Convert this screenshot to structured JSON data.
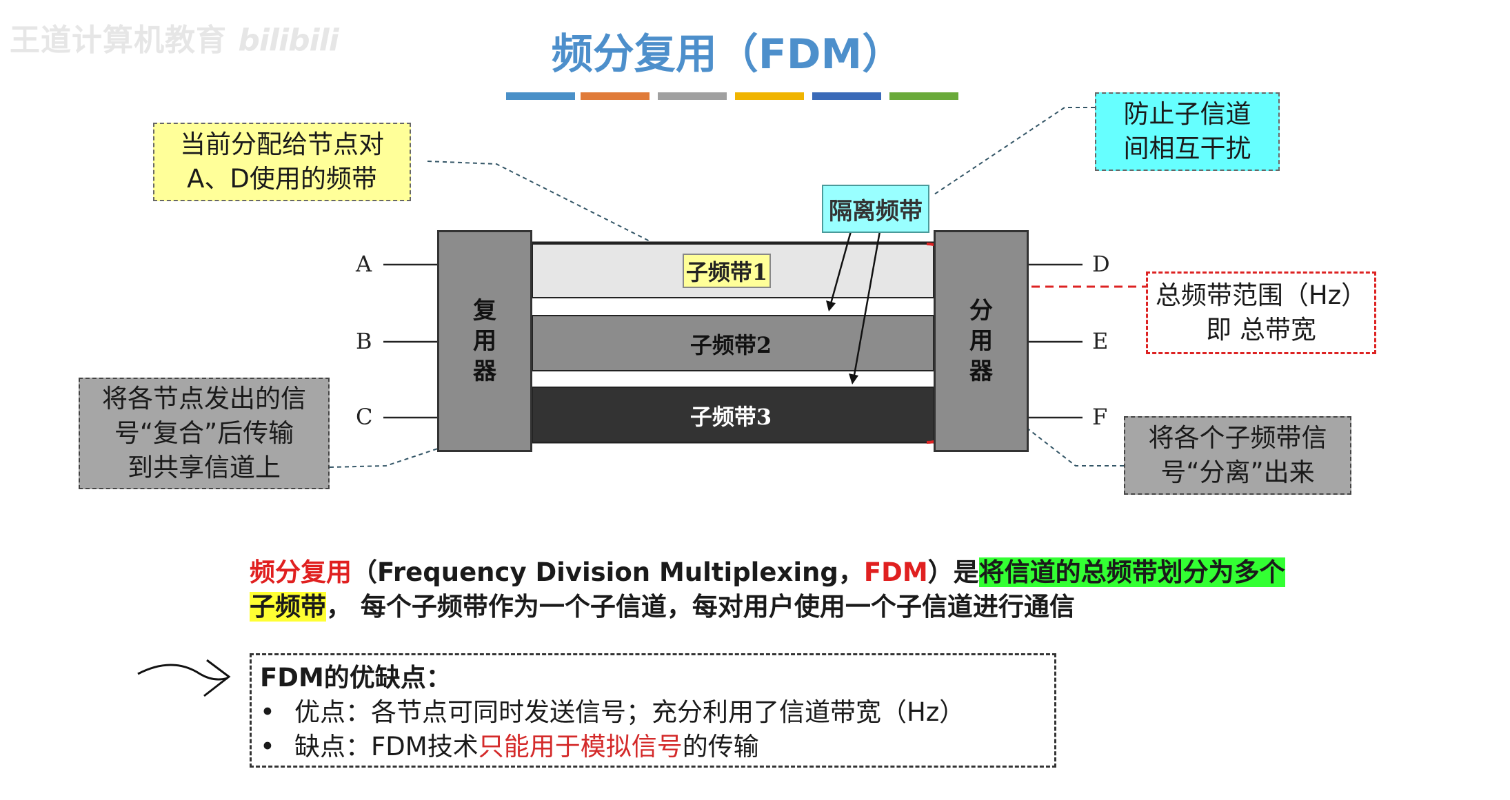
{
  "watermark": {
    "text": "王道计算机教育",
    "brand": "bilibili"
  },
  "title": "频分复用（FDM）",
  "title_bar_colors": [
    "#4a90c8",
    "#e07b39",
    "#a0a0a0",
    "#f0b400",
    "#3a6ab8",
    "#6aaa3a"
  ],
  "callouts": {
    "assigned_band": {
      "line1": "当前分配给节点对",
      "line2": "A、D使用的频带"
    },
    "prevent_interference": {
      "line1": "防止子信道",
      "line2": "间相互干扰"
    },
    "guard_band": "隔离频带",
    "total_band": {
      "line1": "总频带范围（Hz）",
      "line2": "即 总带宽"
    },
    "mux_note": {
      "line1": "将各节点发出的信",
      "line2": "号“复合”后传输",
      "line3": "到共享信道上"
    },
    "demux_note": {
      "line1": "将各个子频带信",
      "line2": "号“分离”出来"
    }
  },
  "diagram": {
    "left_nodes": [
      "A",
      "B",
      "C"
    ],
    "right_nodes": [
      "D",
      "E",
      "F"
    ],
    "multiplexer": {
      "c1": "复",
      "c2": "用",
      "c3": "器"
    },
    "demultiplexer": {
      "c1": "分",
      "c2": "用",
      "c3": "器"
    },
    "bands": [
      "子频带1",
      "子频带2",
      "子频带3"
    ],
    "colors": {
      "band1": "#e6e6e6",
      "band2": "#8c8c8c",
      "band3": "#333333",
      "device": "#8c8c8c",
      "brace": "#dd2222"
    }
  },
  "definition": {
    "term": "频分复用",
    "paren_open": "（",
    "english": "Frequency Division Multiplexing，",
    "abbr": "FDM",
    "paren_close": "）是",
    "highlight_green": "将信道的总频带划分为多个",
    "highlight_yellow": "子频带",
    "rest": "， 每个子频带作为一个子信道，每对用户使用一个子信道进行通信"
  },
  "pros_cons": {
    "heading": "FDM的优缺点：",
    "bullet": "•",
    "advantage": "优点：各节点可同时发送信号；充分利用了信道带宽（Hz）",
    "disadvantage_prefix": "缺点：FDM技术",
    "disadvantage_red": "只能用于模拟信号",
    "disadvantage_suffix": "的传输"
  }
}
